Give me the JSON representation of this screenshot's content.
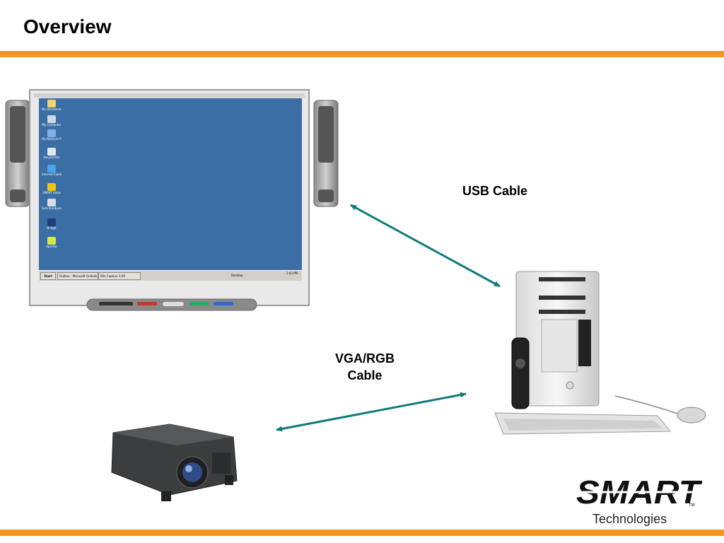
{
  "slide": {
    "title": "Overview",
    "accent_color": "#f7941d"
  },
  "connections": [
    {
      "label": "USB Cable",
      "from": "interactive-whiteboard",
      "to": "computer",
      "color": "#0f7b7b"
    },
    {
      "label_line1": "VGA/RGB",
      "label_line2": "Cable",
      "from": "projector",
      "to": "computer",
      "color": "#0f7b7b"
    }
  ],
  "devices": {
    "whiteboard": {
      "desktop_icons": [
        "My Documents",
        "My Computer",
        "My Network Places",
        "Recycle Bin",
        "Internet Explorer",
        "SMART Ideas",
        "SynchronEyes Teacher 5.1",
        "Bridgit",
        "Sparkie"
      ],
      "taskbar": {
        "start": "Start",
        "items": [
          "Outbox - Microsoft Outlook",
          "Win Capture 3.09"
        ],
        "desktop": "Desktop",
        "clock": "1:02 PM"
      }
    },
    "computer": {},
    "projector": {}
  },
  "logo": {
    "wordmark": "SMART",
    "tagline": "Technologies",
    "tm": "TM"
  }
}
